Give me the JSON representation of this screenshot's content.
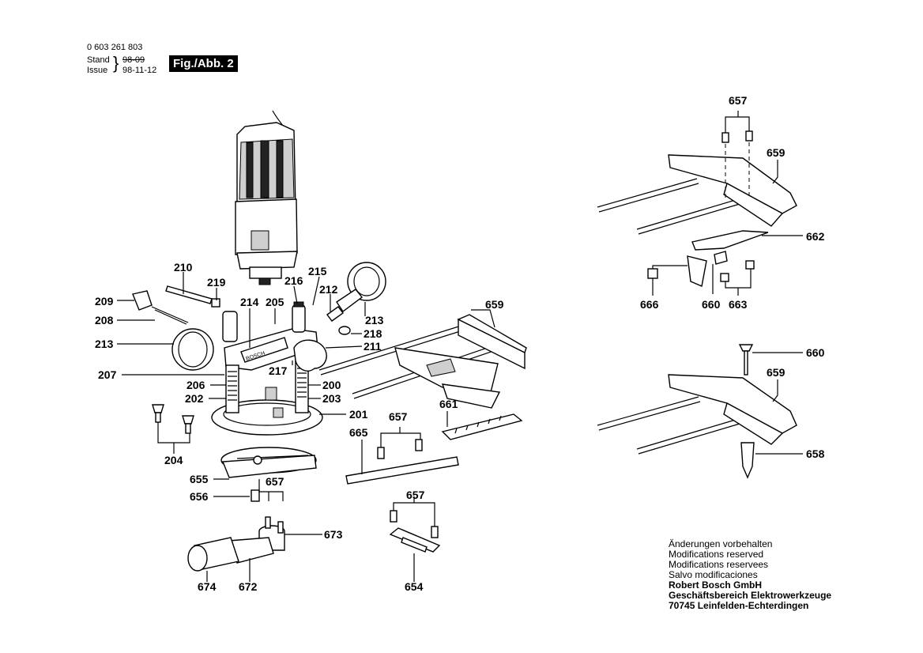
{
  "header": {
    "doc_number": "0 603 261 803",
    "stand_label": "Stand",
    "stand_value": "98-09",
    "issue_label": "Issue",
    "issue_value": "98-11-12",
    "figure_label": "Fig./Abb. 2"
  },
  "brand_mark": "BOSCH",
  "labels": {
    "p210": "210",
    "p219": "219",
    "p216": "216",
    "p215": "215",
    "p212": "212",
    "p209": "209",
    "p214": "214",
    "p205": "205",
    "p208": "208",
    "p213a": "213",
    "p213b": "213",
    "p218": "218",
    "p211": "211",
    "p217": "217",
    "p207": "207",
    "p206": "206",
    "p200": "200",
    "p202": "202",
    "p203": "203",
    "p201": "201",
    "p204": "204",
    "p655": "655",
    "p657a": "657",
    "p656": "656",
    "p673": "673",
    "p674": "674",
    "p672": "672",
    "p659a": "659",
    "p661": "661",
    "p657b": "657",
    "p665": "665",
    "p657c": "657",
    "p654": "654",
    "p657d": "657",
    "p659b": "659",
    "p662": "662",
    "p666": "666",
    "p660a": "660",
    "p663": "663",
    "p660b": "660",
    "p659c": "659",
    "p658": "658"
  },
  "notice": {
    "line1": "Änderungen vorbehalten",
    "line2": "Modifications reserved",
    "line3": "Modifications reservees",
    "line4": "Salvo modificaciones",
    "company": "Robert Bosch GmbH",
    "division": "Geschäftsbereich Elektrowerkzeuge",
    "address": "70745 Leinfelden-Echterdingen"
  }
}
